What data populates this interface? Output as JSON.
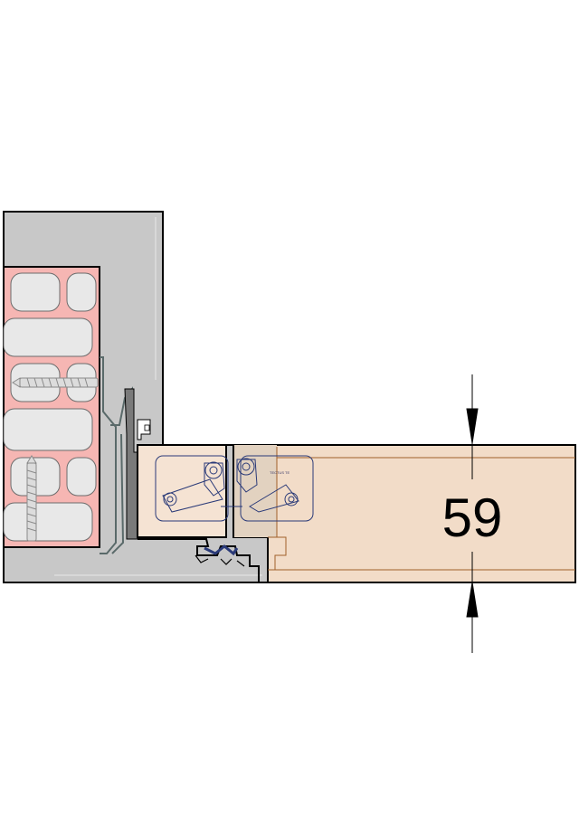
{
  "drawing": {
    "dimension_label": "59",
    "hinge_marking": "TECTUS TE",
    "colors": {
      "wall": "#c8c8c8",
      "mortar": "#f6b6b3",
      "brick": "#e8e8e8",
      "door_leaf": "#f2dcc8",
      "frame": "#f5e3d3",
      "line": "#000000",
      "hinge": "#2a3a78",
      "bronze_line": "#a0602a"
    },
    "icons": [
      "brick-wall",
      "wall-screw",
      "concealed-hinge",
      "dimension-arrow"
    ]
  }
}
